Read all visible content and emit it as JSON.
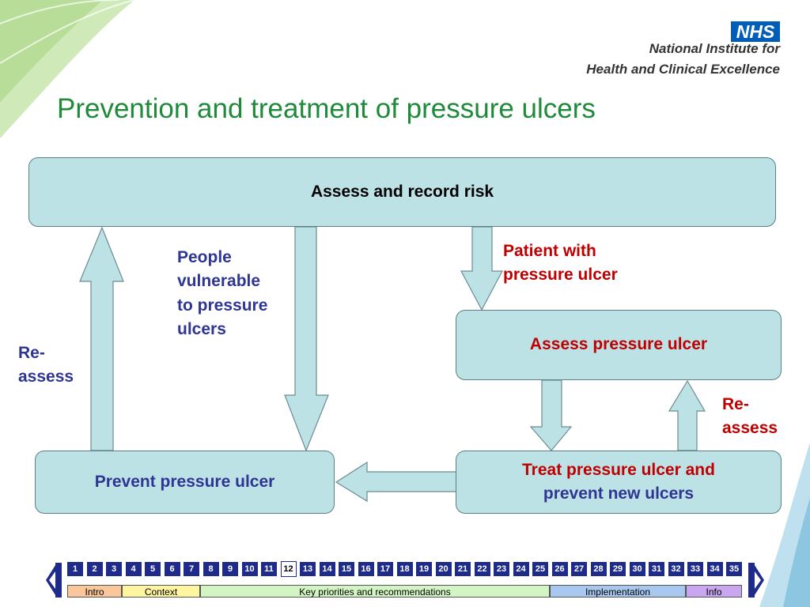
{
  "header": {
    "logo_text": "NHS",
    "org_line1": "National Institute for",
    "org_line2": "Health and Clinical Excellence"
  },
  "title": "Prevention and treatment of pressure ulcers",
  "diagram": {
    "assess_risk": "Assess and record risk",
    "people_vulnerable": [
      "People",
      "vulnerable",
      "to pressure",
      "ulcers"
    ],
    "patient_with": [
      "Patient with",
      "pressure ulcer"
    ],
    "assess_ulcer": "Assess pressure ulcer",
    "reassess_left": [
      "Re-",
      "assess"
    ],
    "reassess_right": [
      "Re-",
      "assess"
    ],
    "prevent_ulcer": "Prevent pressure ulcer",
    "treat_ulcer": [
      "Treat pressure ulcer and",
      "prevent new ulcers"
    ]
  },
  "colors": {
    "box_fill": "#bde2e6",
    "title_green": "#1f8a3a",
    "label_blue": "#2e3592",
    "label_red": "#c00000",
    "nav_blue": "#1e2b8a"
  },
  "nav": {
    "prev_icon": "chevron-left-icon",
    "next_icon": "chevron-right-icon",
    "current_page": "12",
    "pages": [
      "1",
      "2",
      "3",
      "4",
      "5",
      "6",
      "7",
      "8",
      "9",
      "10",
      "11",
      "12",
      "13",
      "14",
      "15",
      "16",
      "17",
      "18",
      "19",
      "20",
      "21",
      "22",
      "23",
      "24",
      "25",
      "26",
      "27",
      "28",
      "29",
      "30",
      "31",
      "32",
      "33",
      "34",
      "35"
    ],
    "sections": [
      {
        "label": "Intro",
        "color": "#f9c79a"
      },
      {
        "label": "Context",
        "color": "#fdf5a0"
      },
      {
        "label": "Key priorities and recommendations",
        "color": "#d3f5c4"
      },
      {
        "label": "Implementation",
        "color": "#a9c8f0"
      },
      {
        "label": "Info",
        "color": "#c9a6f0"
      }
    ]
  }
}
